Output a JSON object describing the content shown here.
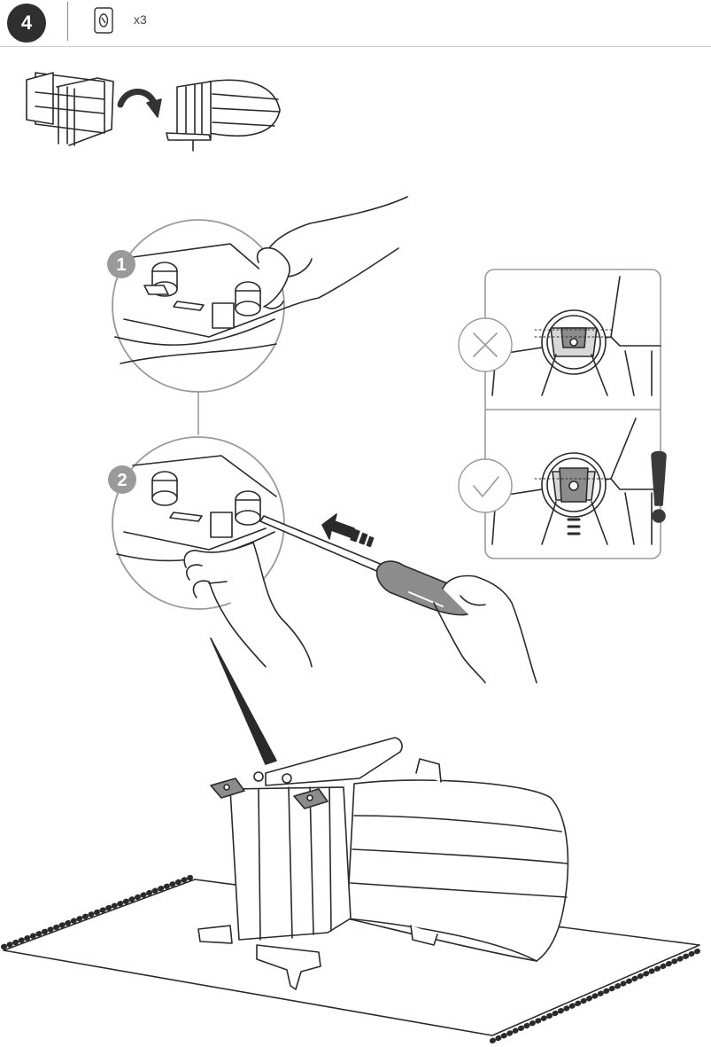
{
  "header": {
    "step_number": "4",
    "part_quantity": "x3",
    "part_icon": "cam-lock-fitting-icon"
  },
  "details": {
    "callout_1": "1",
    "callout_2": "2"
  },
  "indicators": {
    "wrong_icon": "cross-circle-icon",
    "correct_icon": "check-circle-icon",
    "warning_icon": "exclamation-icon"
  },
  "colors": {
    "line": "#2a2a2a",
    "badge": "#2f2f2f",
    "callout": "#9a9a9a",
    "accent_gray": "#8c8c8c"
  }
}
